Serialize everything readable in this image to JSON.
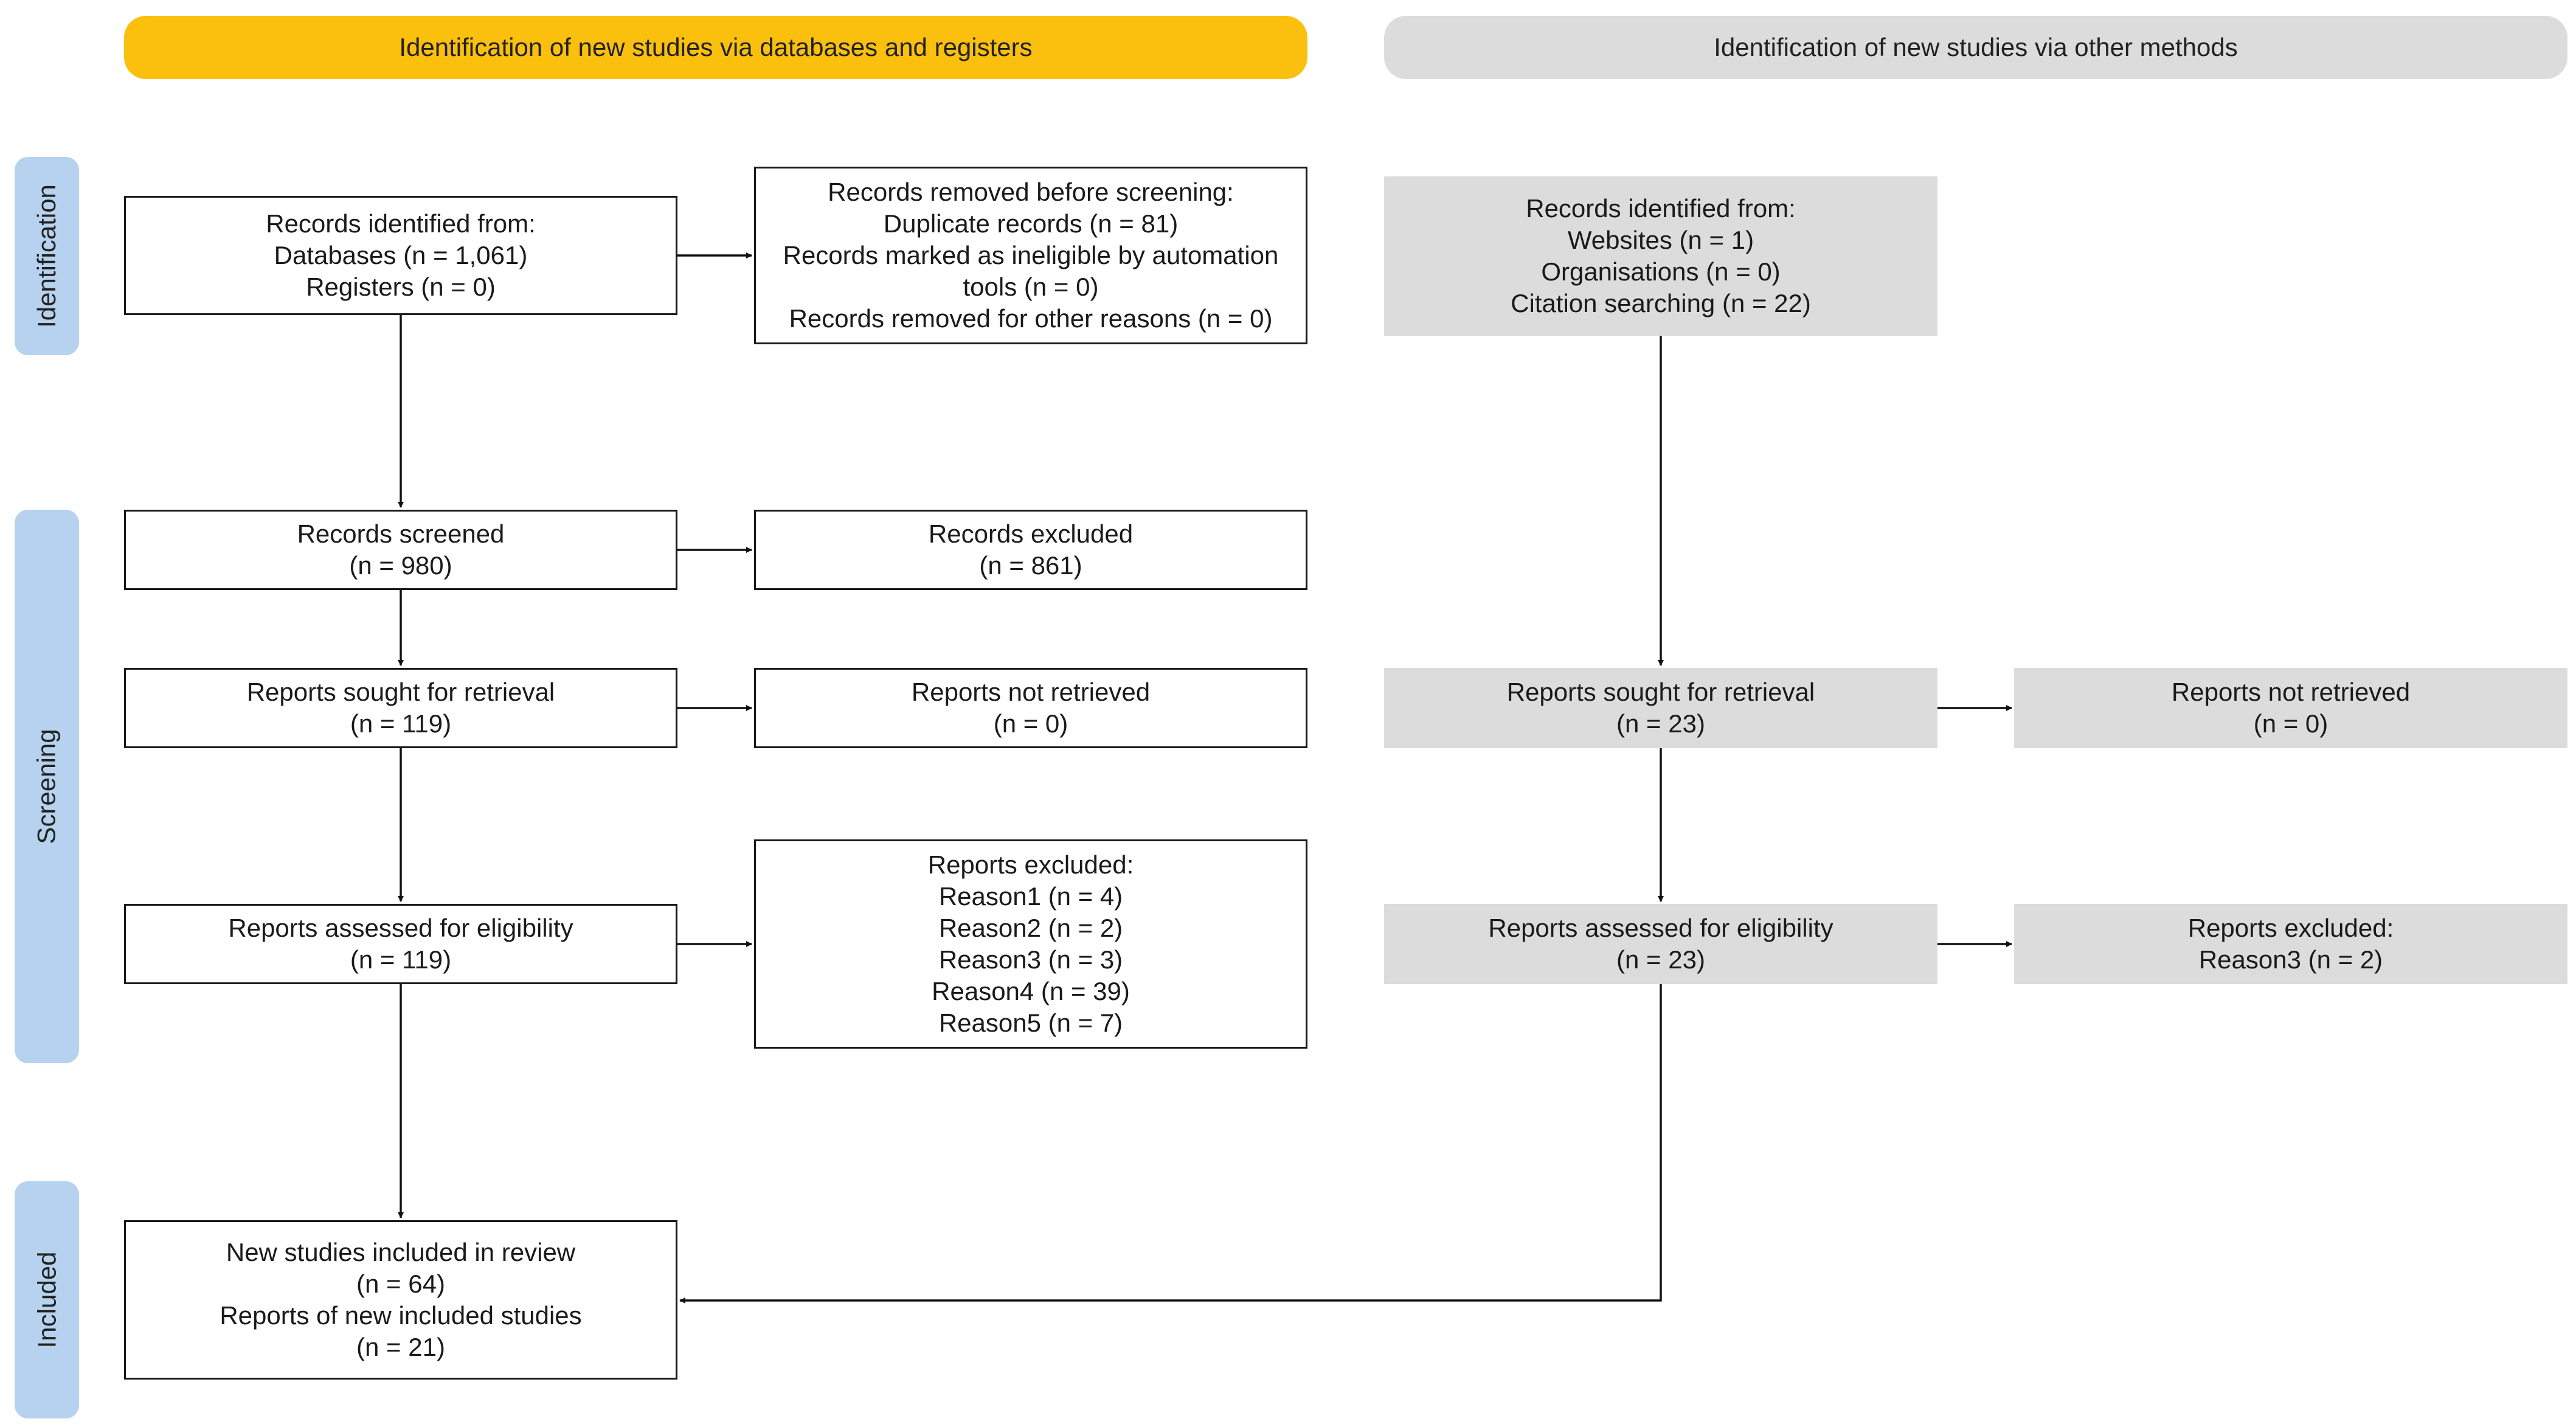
{
  "banners": {
    "left": "Identification of new studies via databases and registers",
    "right": "Identification of new studies via other methods"
  },
  "phases": {
    "identification": "Identification",
    "screening": "Screening",
    "included": "Included"
  },
  "colors": {
    "left_banner": "#fbbf0d",
    "right_banner": "#dcdcdc",
    "phase_tab": "#b6d2ee",
    "grey_box": "#dcdcdc"
  },
  "db": {
    "identified": [
      "Records identified from:",
      "Databases (n = 1,061)",
      "Registers (n = 0)"
    ],
    "removed": [
      "Records removed before screening:",
      "Duplicate records (n = 81)",
      "Records marked as ineligible by automation",
      "tools (n = 0)",
      "Records removed for other reasons (n = 0)"
    ],
    "screened": [
      "Records screened",
      "(n = 980)"
    ],
    "excluded": [
      "Records excluded",
      "(n = 861)"
    ],
    "sought": [
      "Reports sought for retrieval",
      "(n = 119)"
    ],
    "not_retrieved": [
      "Reports not retrieved",
      "(n = 0)"
    ],
    "assessed": [
      "Reports assessed for eligibility",
      "(n = 119)"
    ],
    "reports_excluded": [
      "Reports excluded:",
      "Reason1 (n = 4)",
      "Reason2 (n = 2)",
      "Reason3 (n = 3)",
      "Reason4 (n = 39)",
      "Reason5 (n = 7)"
    ],
    "included": [
      "New studies included in review",
      "(n = 64)",
      "Reports of new included studies",
      "(n = 21)"
    ]
  },
  "other": {
    "identified": [
      "Records identified from:",
      "Websites (n = 1)",
      "Organisations (n = 0)",
      "Citation searching (n = 22)"
    ],
    "sought": [
      "Reports sought for retrieval",
      "(n = 23)"
    ],
    "not_retrieved": [
      "Reports not retrieved",
      "(n = 0)"
    ],
    "assessed": [
      "Reports assessed for eligibility",
      "(n = 23)"
    ],
    "reports_excluded": [
      "Reports excluded:",
      "Reason3 (n = 2)"
    ]
  }
}
